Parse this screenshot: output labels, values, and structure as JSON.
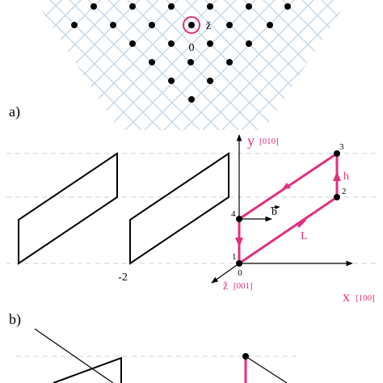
{
  "colors": {
    "accent": "#e0307f",
    "lattice_line": "#c8d8e6",
    "guide_line": "#c8d2dc",
    "ink": "#000000"
  },
  "lattice": {
    "origin_label": "0",
    "z_axis_symbol": "ž"
  },
  "panels": {
    "a": {
      "label": "a)"
    },
    "b": {
      "label": "b)"
    }
  },
  "panel_a": {
    "x_label": "-2",
    "axes": {
      "y": {
        "letter": "y",
        "index": "[010]"
      },
      "x": {
        "letter": "x",
        "index": "[100]"
      },
      "z": {
        "letter": "ž",
        "index": "[001]"
      }
    },
    "b_vector_label": "b",
    "corners": {
      "c1": "1",
      "c2": "2",
      "c3": "3",
      "c4": "4",
      "origin": "0"
    },
    "path_labels": {
      "h": "h",
      "L": "L"
    }
  }
}
